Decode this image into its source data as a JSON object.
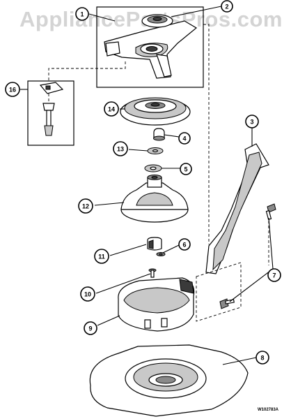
{
  "watermark": "AppliancePartsPros.com",
  "diagram_code": "W102783A",
  "callouts": [
    {
      "id": "c1",
      "label": "1"
    },
    {
      "id": "c2",
      "label": "2"
    },
    {
      "id": "c3",
      "label": "3"
    },
    {
      "id": "c4",
      "label": "4"
    },
    {
      "id": "c5",
      "label": "5"
    },
    {
      "id": "c6",
      "label": "6"
    },
    {
      "id": "c7",
      "label": "7"
    },
    {
      "id": "c8",
      "label": "8"
    },
    {
      "id": "c9",
      "label": "9"
    },
    {
      "id": "c10",
      "label": "10"
    },
    {
      "id": "c11",
      "label": "11"
    },
    {
      "id": "c12",
      "label": "12"
    },
    {
      "id": "c13",
      "label": "13"
    },
    {
      "id": "c14",
      "label": "14"
    },
    {
      "id": "c16",
      "label": "16"
    }
  ]
}
